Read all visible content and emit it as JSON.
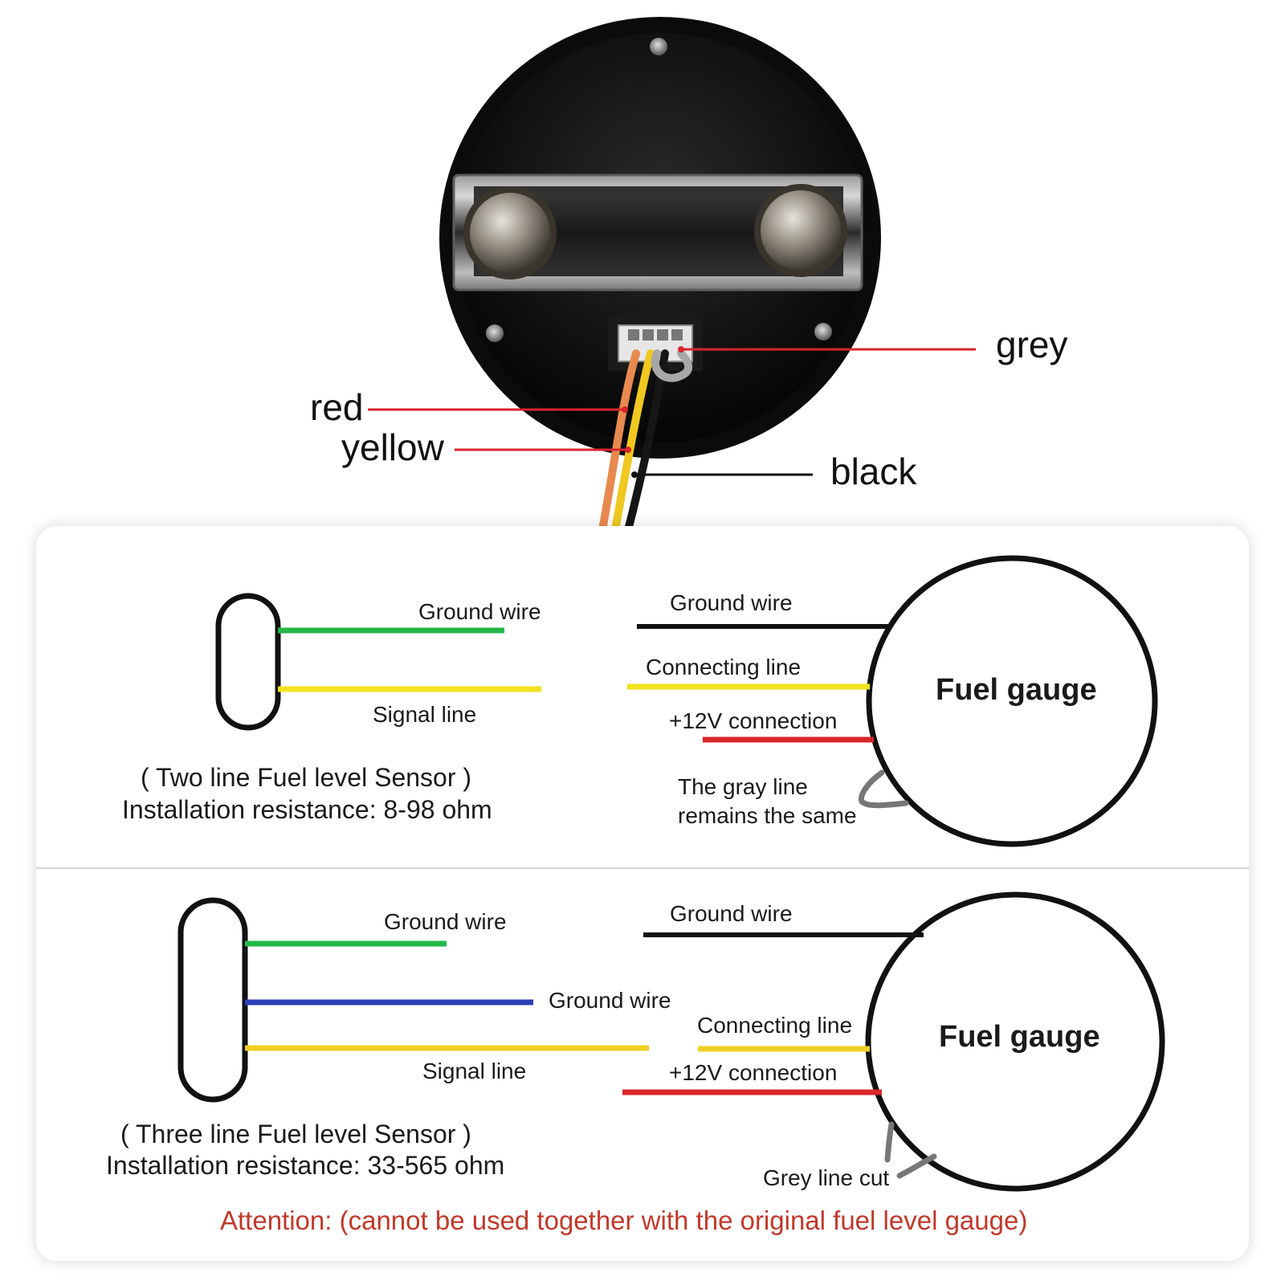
{
  "photo_labels": {
    "grey": "grey",
    "red": "red",
    "yellow": "yellow",
    "black": "black"
  },
  "two_line": {
    "sensor_ground_wire": "Ground wire",
    "sensor_signal_line": "Signal line",
    "caption_line1": "( Two line Fuel level Sensor )",
    "caption_line2": "Installation resistance: 8-98 ohm",
    "gauge_ground_wire": "Ground wire",
    "gauge_connecting_line": "Connecting line",
    "gauge_12v": "+12V connection",
    "gray_note_line1": "The gray line",
    "gray_note_line2": "remains the same",
    "gauge_title": "Fuel gauge"
  },
  "three_line": {
    "sensor_ground_wire_1": "Ground wire",
    "sensor_ground_wire_2": "Ground wire",
    "sensor_signal_line": "Signal line",
    "caption_line1": "( Three line Fuel level Sensor )",
    "caption_line2": "Installation resistance: 33-565 ohm",
    "gauge_ground_wire": "Ground wire",
    "gauge_connecting_line": "Connecting line",
    "gauge_12v": "+12V connection",
    "grey_cut_note": "Grey line cut",
    "gauge_title": "Fuel gauge"
  },
  "attention": "Attention: (cannot be used together with the original fuel level gauge)",
  "colors": {
    "ground_green": "#22b84a",
    "signal_yellow": "#f2e21e",
    "signal_yellow_dark": "#efcf24",
    "ground_blue": "#2b3fb8",
    "red_wire": "#d9262b",
    "black_wire": "#111111",
    "grey_wire": "#777777",
    "leader_red": "#d8242c",
    "attention_red": "#c0392b"
  }
}
